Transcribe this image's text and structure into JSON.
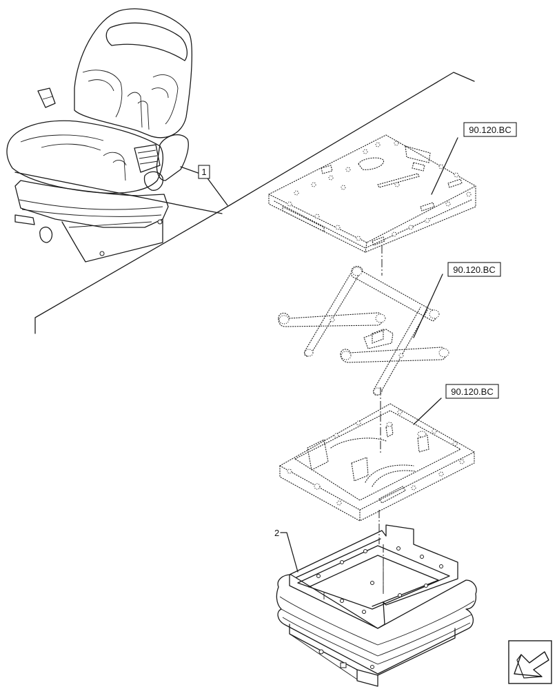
{
  "callouts": {
    "item_1": "1",
    "item_2": "2",
    "ref_top_plate": "90.120.BC",
    "ref_scissor": "90.120.BC",
    "ref_base_frame": "90.120.BC"
  },
  "icons": {
    "navigation": "back-arrow-icon"
  }
}
